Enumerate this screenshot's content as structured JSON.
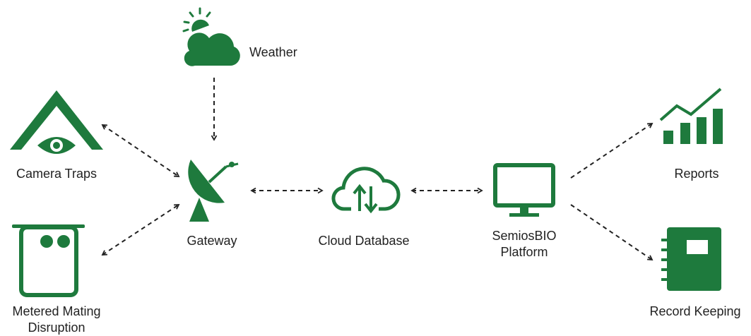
{
  "colors": {
    "primary": "#1e7a3d",
    "connector": "#222222",
    "text": "#222222",
    "background": "#ffffff"
  },
  "nodes": {
    "weather": {
      "icon": "sun-cloud-icon",
      "label": "Weather"
    },
    "camera_traps": {
      "icon": "eye-triangle-icon",
      "label": "Camera Traps"
    },
    "metered_mating": {
      "icon": "dispenser-icon",
      "label_line1": "Metered Mating",
      "label_line2": "Disruption"
    },
    "gateway": {
      "icon": "satellite-dish-icon",
      "label": "Gateway"
    },
    "cloud_database": {
      "icon": "cloud-sync-icon",
      "label": "Cloud Database"
    },
    "platform": {
      "icon": "monitor-icon",
      "label_line1": "SemiosBIO",
      "label_line2": "Platform"
    },
    "reports": {
      "icon": "bar-chart-icon",
      "label": "Reports"
    },
    "record_keeping": {
      "icon": "notebook-icon",
      "label": "Record Keeping"
    }
  },
  "connections": [
    {
      "from": "weather",
      "to": "gateway",
      "direction": "one-way"
    },
    {
      "from": "camera_traps",
      "to": "gateway",
      "direction": "two-way"
    },
    {
      "from": "metered_mating",
      "to": "gateway",
      "direction": "two-way"
    },
    {
      "from": "gateway",
      "to": "cloud_database",
      "direction": "two-way"
    },
    {
      "from": "cloud_database",
      "to": "platform",
      "direction": "two-way"
    },
    {
      "from": "platform",
      "to": "reports",
      "direction": "one-way"
    },
    {
      "from": "platform",
      "to": "record_keeping",
      "direction": "one-way"
    }
  ]
}
